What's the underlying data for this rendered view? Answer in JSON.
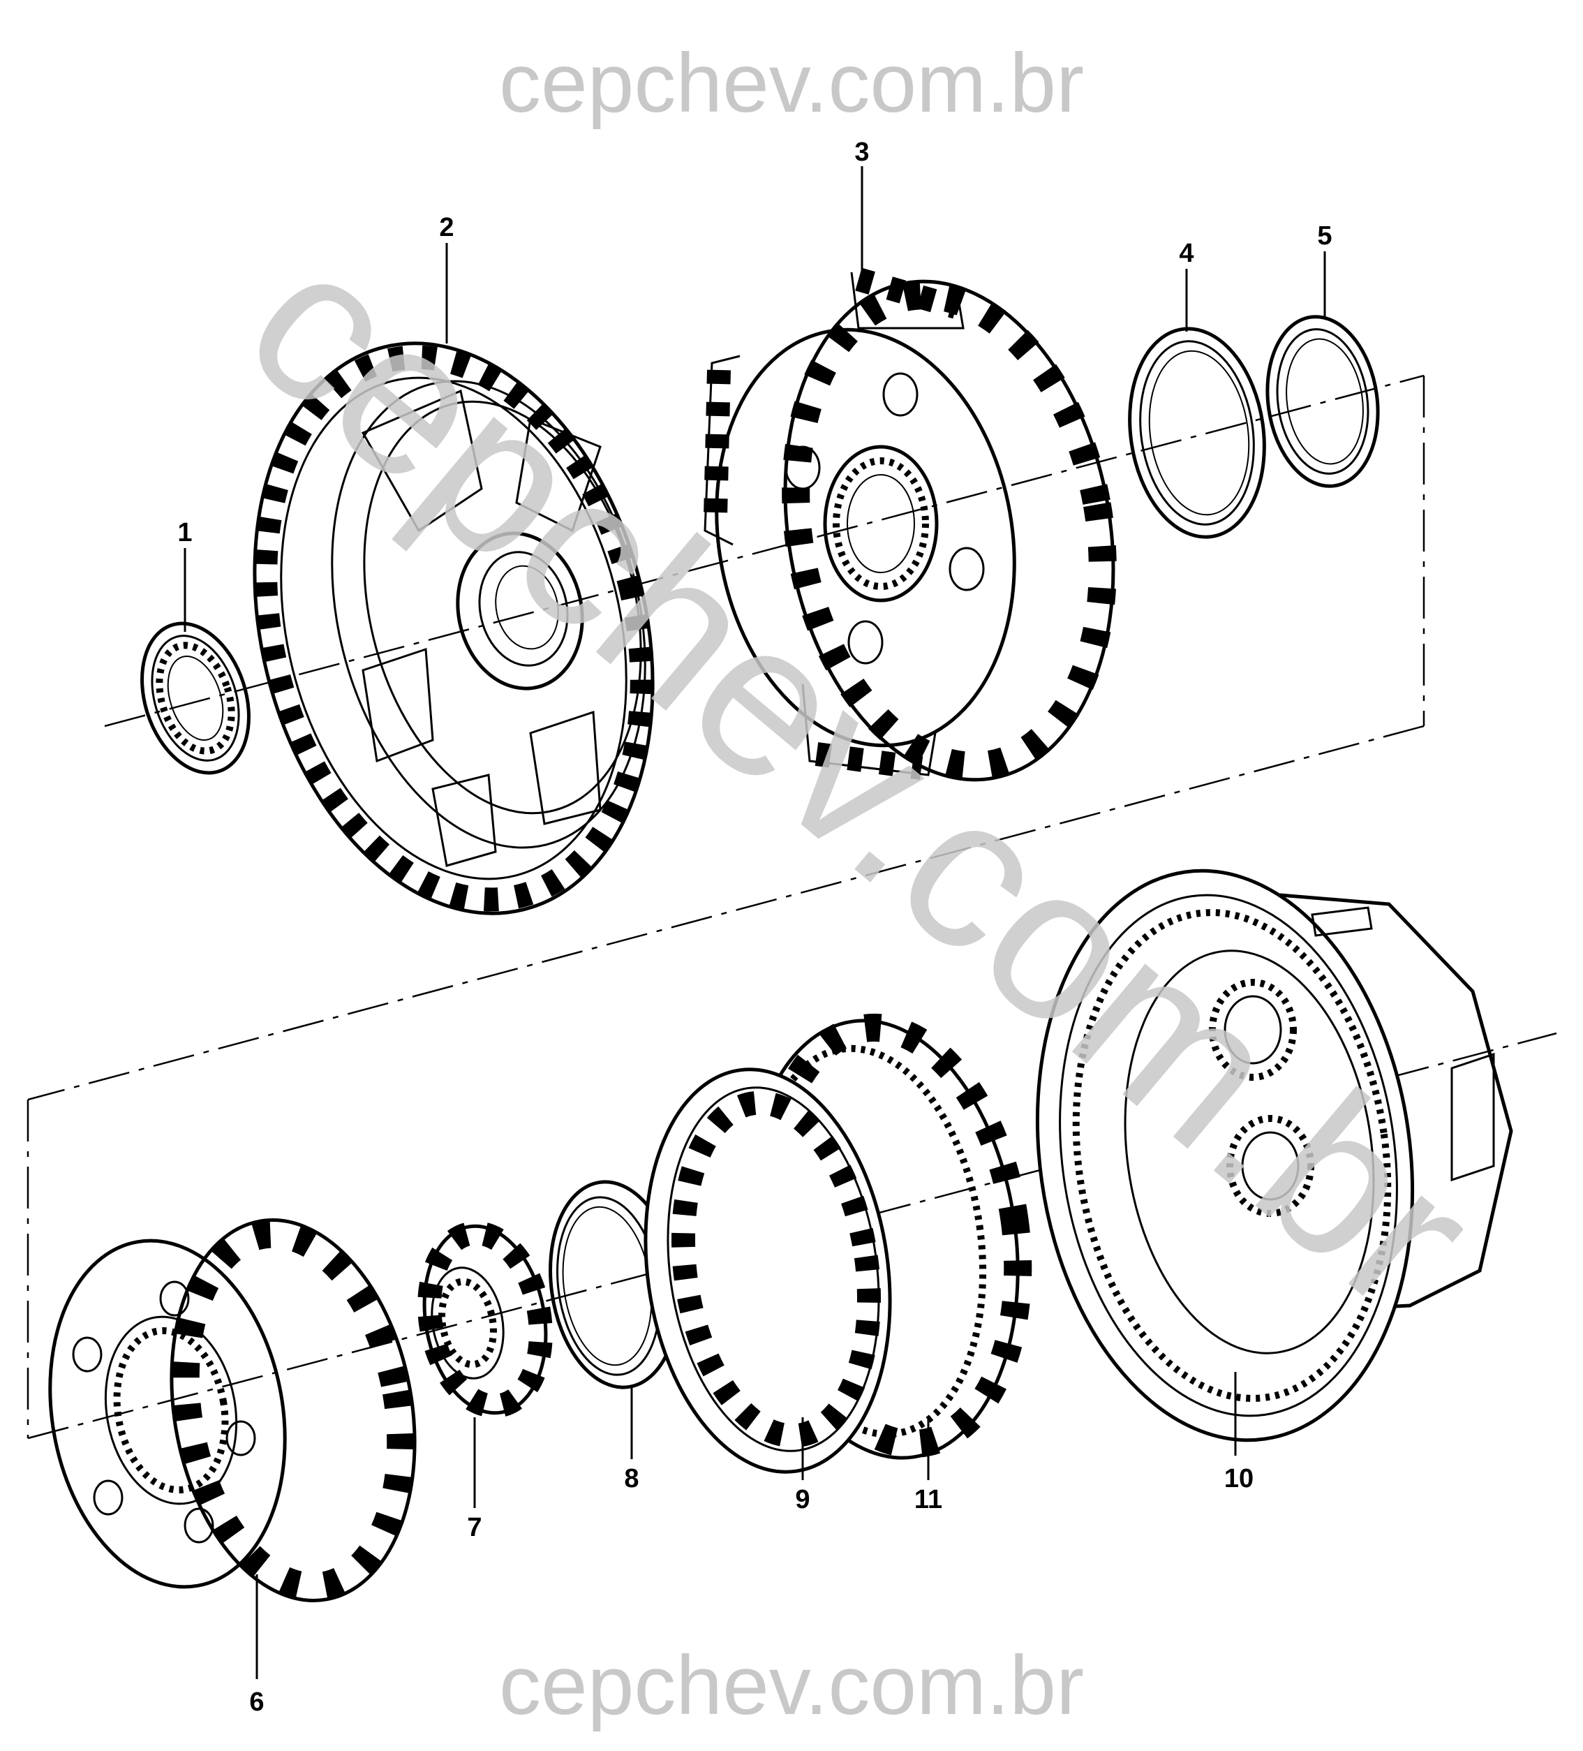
{
  "watermark": {
    "top_text": "cepchev.com.br",
    "bottom_text": "cepchev.com.br",
    "diagonal_text": "cepchev.com.br",
    "color": "#c8c8c8"
  },
  "callouts": [
    {
      "id": "1",
      "label": "1"
    },
    {
      "id": "2",
      "label": "2"
    },
    {
      "id": "3",
      "label": "3"
    },
    {
      "id": "4",
      "label": "4"
    },
    {
      "id": "5",
      "label": "5"
    },
    {
      "id": "6",
      "label": "6"
    },
    {
      "id": "7",
      "label": "7"
    },
    {
      "id": "8",
      "label": "8"
    },
    {
      "id": "9",
      "label": "9"
    },
    {
      "id": "10",
      "label": "10"
    },
    {
      "id": "11",
      "label": "11"
    }
  ]
}
